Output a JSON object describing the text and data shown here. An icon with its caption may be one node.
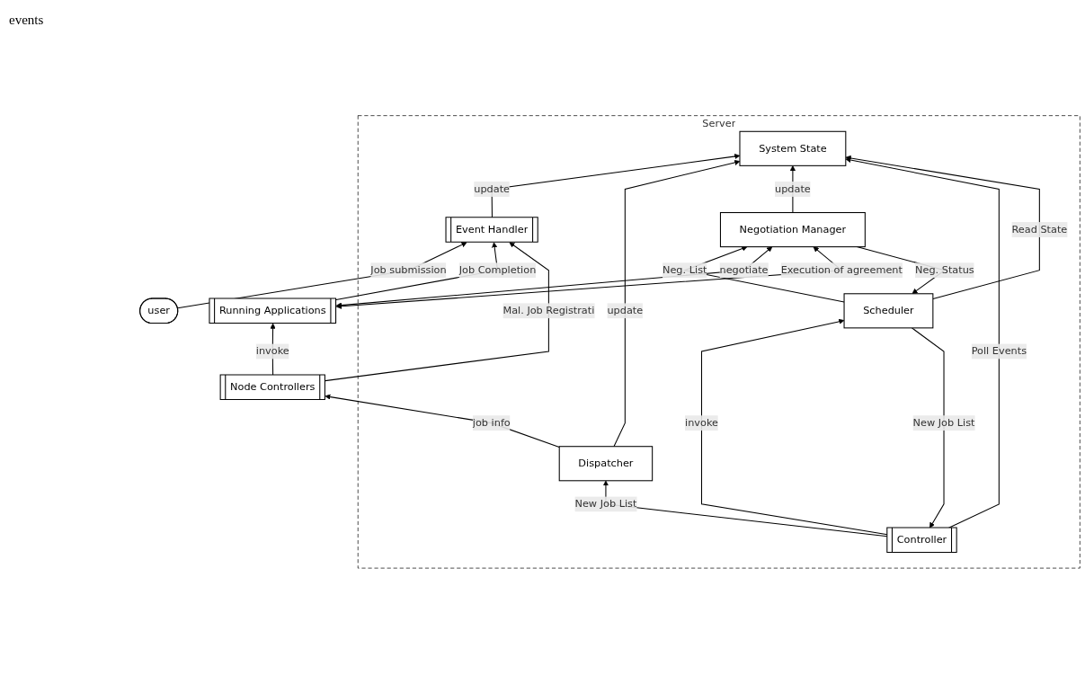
{
  "diagram": {
    "nodes": [
      {
        "text": [
          "user"
        ]
      },
      {
        "text": [
          "Server"
        ]
      },
      {
        "text": [
          "Event Handler"
        ],
        "in": 1
      },
      {
        "text": [
          "System State"
        ],
        "in": 1
      },
      {
        "text": [
          "Controller"
        ],
        "in": 1
      },
      {
        "text": [
          "Scheduler"
        ],
        "in": 1
      },
      {
        "text": [
          "Dispatcher"
        ],
        "in": 1
      },
      {
        "text": [
          "Negotiation Manager"
        ],
        "in": 1
      },
      {
        "text": [
          "Node Controllers"
        ]
      },
      {
        "text": [
          "Running Applications"
        ]
      }
    ],
    "edges": [
      {
        "from": 0,
        "to": 2,
        "arrow": "to",
        "label": "Job submission"
      },
      {
        "from": 9,
        "to": 2,
        "arrow": "to",
        "label": "Job Completion"
      },
      {
        "from": 8,
        "to": 2,
        "arrow": "to",
        "label": "Mal. Job Registrati"
      },
      {
        "from": 2,
        "to": 3,
        "arrow": "to",
        "label": "update"
      },
      {
        "from": 6,
        "to": 3,
        "arrow": "to",
        "label": "update"
      },
      {
        "from": 7,
        "to": 3,
        "arrow": "to",
        "label": "update"
      },
      {
        "from": 4,
        "to": 3,
        "arrow": "to",
        "label": "Poll Events"
      },
      {
        "from": 5,
        "to": 3,
        "arrow": "to",
        "label": "Read State"
      },
      {
        "from": 4,
        "to": 5,
        "arrow": "to",
        "label": "invoke"
      },
      {
        "from": 5,
        "to": 4,
        "arrow": "to",
        "label": "New Job List"
      },
      {
        "from": 4,
        "to": 6,
        "arrow": "to",
        "label": "New Job List"
      },
      {
        "from": 5,
        "to": 7,
        "arrow": "to",
        "label": "Neg. List"
      },
      {
        "from": 7,
        "to": 5,
        "arrow": "to",
        "label": "Neg. Status"
      },
      {
        "from": 6,
        "to": 8,
        "arrow": "to",
        "label": "job info"
      },
      {
        "from": 8,
        "to": 9,
        "arrow": "to",
        "label": "invoke"
      },
      {
        "from": 9,
        "to": 7,
        "arrow": "both",
        "label": "negotiate"
      },
      {
        "from": 9,
        "to": 7,
        "arrow": "both",
        "label": "Execution of agreement"
      }
    ],
    "labels": [
      "events"
    ]
  }
}
